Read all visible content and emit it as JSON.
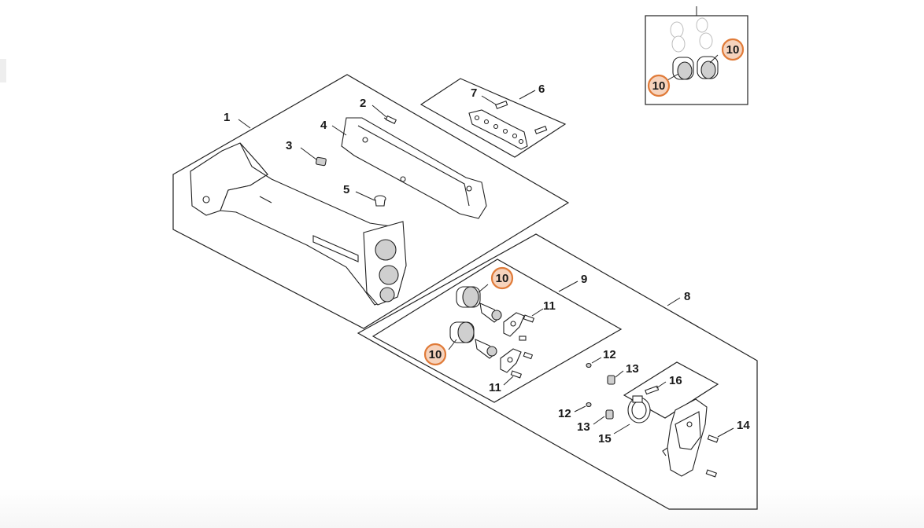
{
  "diagram": {
    "callouts": {
      "c1": "1",
      "c2": "2",
      "c3": "3",
      "c4": "4",
      "c5": "5",
      "c6": "6",
      "c7": "7",
      "c8": "8",
      "c9": "9",
      "c11a": "11",
      "c11b": "11",
      "c12a": "12",
      "c12b": "12",
      "c13a": "13",
      "c13b": "13",
      "c14": "14",
      "c15": "15",
      "c16": "16"
    },
    "highlighted": {
      "label": "10",
      "color": "#e07b39",
      "fill": "#f6d3bd"
    }
  }
}
